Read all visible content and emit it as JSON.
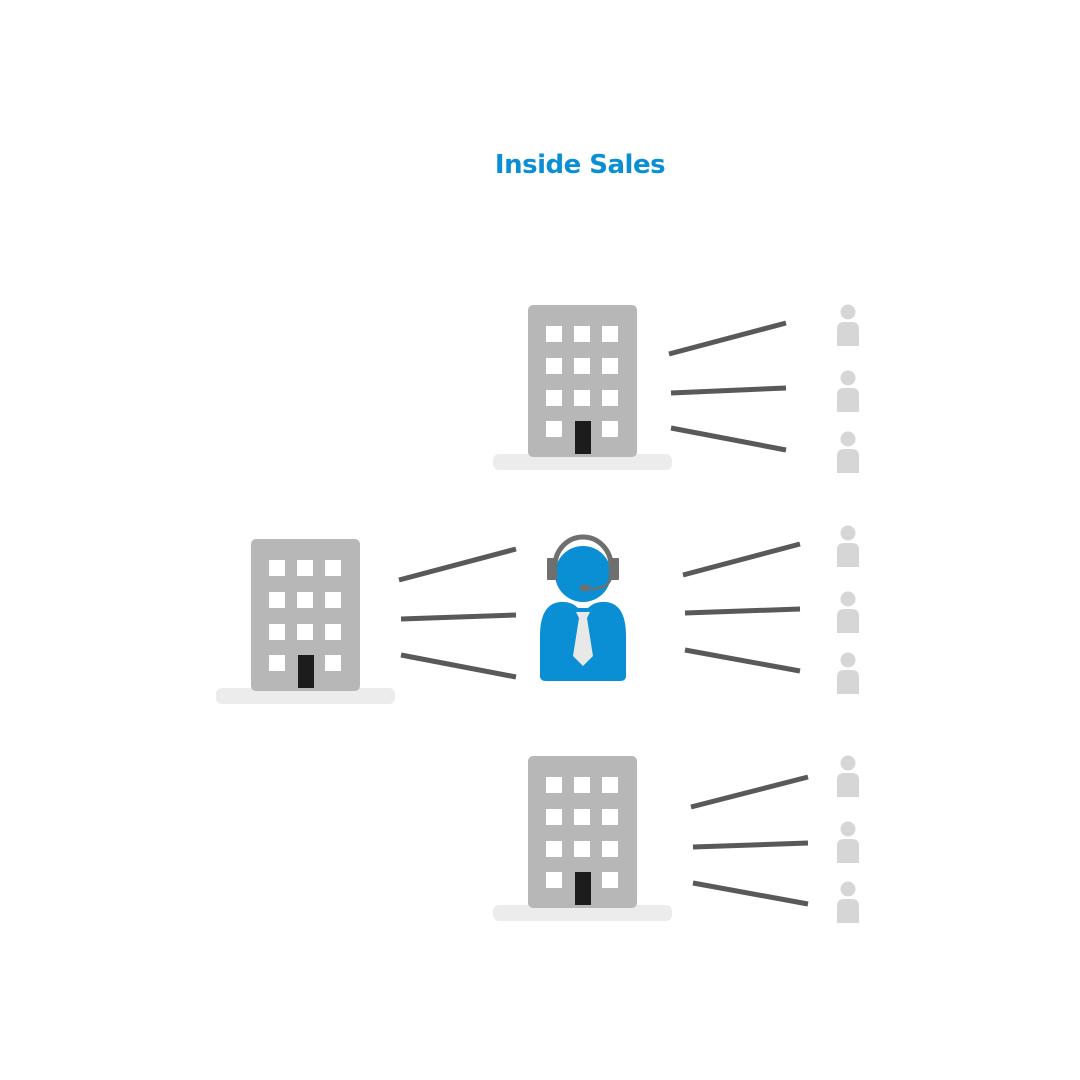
{
  "diagram": {
    "title": "Inside Sales",
    "colors": {
      "title": "#0a8fd4",
      "agent": "#0a8fd4",
      "headset": "#6f6f6f",
      "tie": "#e8e8e8",
      "building": "#b7b7b7",
      "window": "#ffffff",
      "door": "#1c1c1c",
      "base": "#ececec",
      "line": "#595959",
      "person": "#d6d6d6"
    },
    "nodes": [
      {
        "id": "agent",
        "type": "sales-agent-icon"
      },
      {
        "id": "building-left",
        "type": "office-building-icon"
      },
      {
        "id": "building-top",
        "type": "office-building-icon"
      },
      {
        "id": "building-bottom",
        "type": "office-building-icon"
      },
      {
        "id": "contact-top-1",
        "type": "person-icon"
      },
      {
        "id": "contact-top-2",
        "type": "person-icon"
      },
      {
        "id": "contact-top-3",
        "type": "person-icon"
      },
      {
        "id": "contact-middle-1",
        "type": "person-icon"
      },
      {
        "id": "contact-middle-2",
        "type": "person-icon"
      },
      {
        "id": "contact-middle-3",
        "type": "person-icon"
      },
      {
        "id": "contact-bottom-1",
        "type": "person-icon"
      },
      {
        "id": "contact-bottom-2",
        "type": "person-icon"
      },
      {
        "id": "contact-bottom-3",
        "type": "person-icon"
      }
    ]
  }
}
